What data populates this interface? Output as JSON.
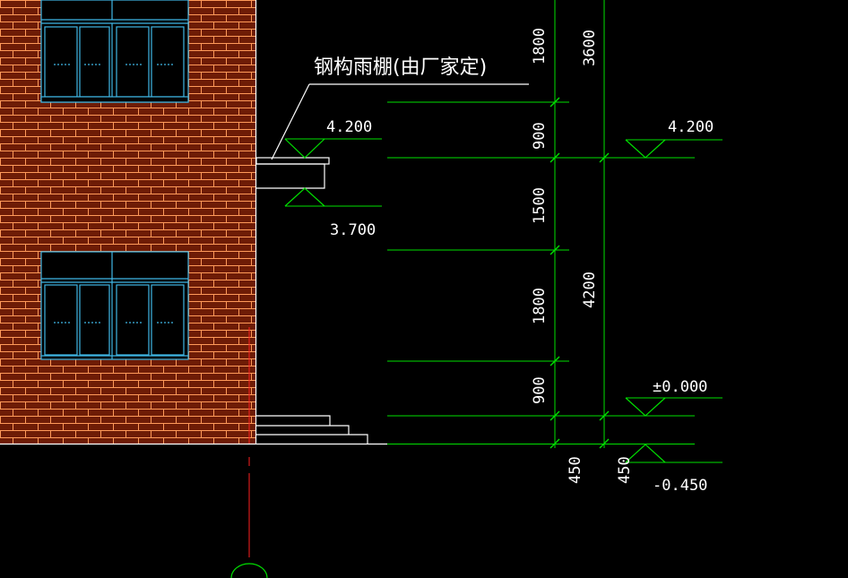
{
  "canopy_note": "钢构雨棚(由厂家定)",
  "levels": {
    "canopy_top": "4.200",
    "canopy_bottom": "3.700",
    "floor_top": "4.200",
    "ground": "±0.000",
    "outdoor": "-0.450"
  },
  "dimensions": {
    "inner": [
      "1800",
      "900",
      "1500",
      "1800",
      "900",
      "450"
    ],
    "outer": [
      "3600",
      "4200",
      "450"
    ]
  },
  "colors": {
    "background": "#000000",
    "brick_fill": "#7a1f08",
    "brick_mortar": "#ff9a5a",
    "window_frame": "#3fb7e6",
    "dimension_line": "#00e000",
    "axis_line": "#ff2020",
    "outline": "#ffffff"
  },
  "icons": [
    "elevation-symbol",
    "axis-bubble"
  ]
}
